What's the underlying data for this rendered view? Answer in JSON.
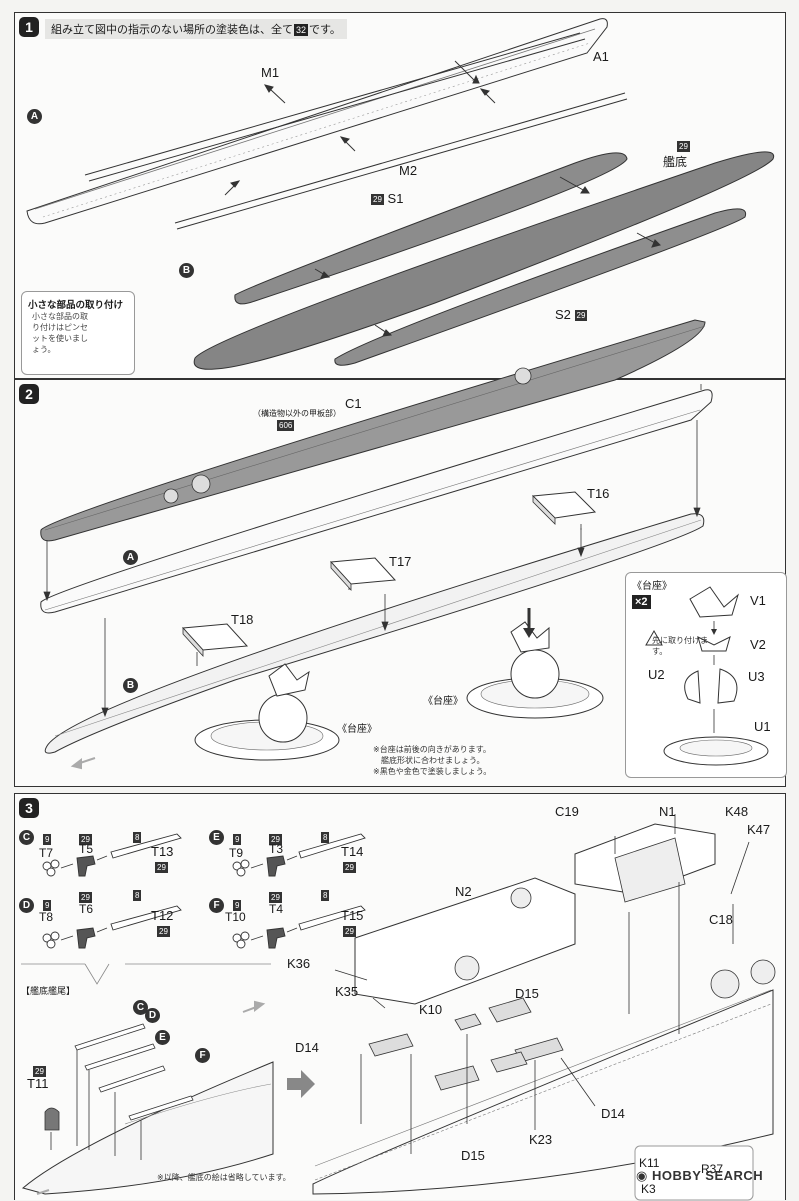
{
  "step1": {
    "number": "1",
    "note_pre": "組み立て図中の指示のない場所の塗装色は、全て",
    "note_paint": "32",
    "note_post": "です。",
    "labels": {
      "M1": "M1",
      "A1": "A1",
      "M2": "M2",
      "S1": "S1",
      "S1_paint": "29",
      "hull_paint": "29",
      "hull": "艦底",
      "S2": "S2",
      "S2_paint": "29"
    },
    "subassembly_A": "A",
    "subassembly_B": "B",
    "tip_title": "小さな部品の取り付け",
    "tip_text": "小さな部品の取り付けはピンセットを使いましょう。"
  },
  "step2": {
    "number": "2",
    "deck_note": "（構造物以外の甲板部）",
    "deck_paint": "606",
    "C1": "C1",
    "T16": "T16",
    "T17": "T17",
    "T18": "T18",
    "subassembly_A": "A",
    "subassembly_B": "B",
    "stand_label_1": "《台座》",
    "stand_label_2": "《台座》",
    "stand_box_title": "《台座》",
    "stand_multiplier": "×2",
    "V1": "V1",
    "V2": "V2",
    "U2": "U2",
    "U3": "U3",
    "U1": "U1",
    "caution": "先に取り付けます。",
    "notes": [
      "※台座は前後の向きがあります。",
      "艦底形状に合わせましょう。",
      "※黒色や金色で塗装しましょう。"
    ]
  },
  "step3": {
    "number": "3",
    "groups": [
      {
        "id": "C",
        "a": "T7",
        "a_paint": "9",
        "b": "T5",
        "b_paint": "29",
        "shaft": "T13",
        "shaft_paint": "8",
        "end_paint": "29"
      },
      {
        "id": "E",
        "a": "T9",
        "a_paint": "9",
        "b": "T3",
        "b_paint": "29",
        "shaft": "T14",
        "shaft_paint": "8",
        "end_paint": "29"
      },
      {
        "id": "D",
        "a": "T8",
        "a_paint": "9",
        "b": "T6",
        "b_paint": "29",
        "shaft": "T12",
        "shaft_paint": "8",
        "end_paint": "29"
      },
      {
        "id": "F",
        "a": "T10",
        "a_paint": "9",
        "b": "T4",
        "b_paint": "29",
        "shaft": "T15",
        "shaft_paint": "8",
        "end_paint": "29"
      }
    ],
    "stern_title": "【艦底艦尾】",
    "T11": "T11",
    "T11_paint": "29",
    "stern_note": "※以降、艦底の絵は省略しています。",
    "parts": {
      "C19": "C19",
      "N1": "N1",
      "K48": "K48",
      "K47": "K47",
      "C18": "C18",
      "N2": "N2",
      "K36": "K36",
      "K35": "K35",
      "K10": "K10",
      "D15a": "D15",
      "D14a": "D14",
      "D14b": "D14",
      "K23": "K23",
      "D15b": "D15",
      "K11": "K11",
      "R37": "R37",
      "K3": "K3"
    }
  },
  "watermark": "HOBBY SEARCH"
}
